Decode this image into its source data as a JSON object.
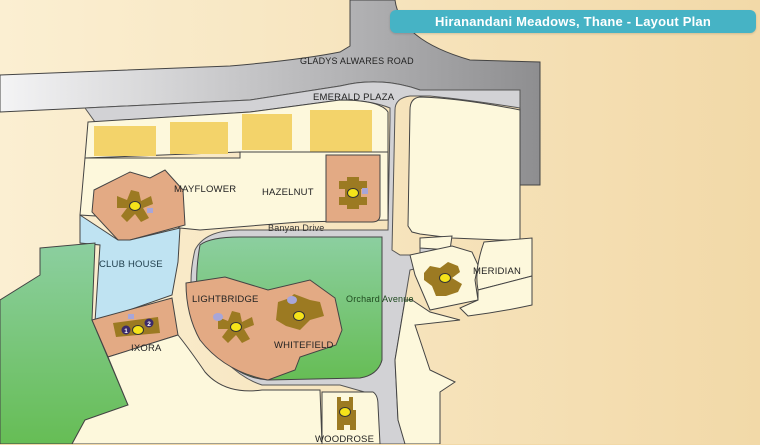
{
  "title": "Hiranandani Meadows, Thane  - Layout Plan",
  "roads": [
    {
      "id": "gladys-alwares-road",
      "label": "GLADYS ALWARES ROAD"
    },
    {
      "id": "banyan-drive",
      "label": "Banyan Drive"
    },
    {
      "id": "orchard-avenue",
      "label": "Orchard Avenue"
    }
  ],
  "areas": [
    {
      "id": "emerald-plaza",
      "label": "EMERALD PLAZA"
    },
    {
      "id": "mayflower",
      "label": "MAYFLOWER"
    },
    {
      "id": "hazelnut",
      "label": "HAZELNUT"
    },
    {
      "id": "club-house",
      "label": "CLUB HOUSE"
    },
    {
      "id": "meridian",
      "label": "MERIDIAN"
    },
    {
      "id": "lightbridge",
      "label": "LIGHTBRIDGE"
    },
    {
      "id": "whitefield",
      "label": "WHITEFIELD"
    },
    {
      "id": "ixora",
      "label": "IXORA"
    },
    {
      "id": "woodrose",
      "label": "WOODROSE"
    }
  ],
  "markers": {
    "ixora_1": "1",
    "ixora_2": "2"
  },
  "colors": {
    "background": "#f2d9a8",
    "banner": "#46b3c5",
    "road": "#cfcfd2",
    "main_road": "#a3a3a6",
    "plot": "#fdf8dc",
    "building_plot": "#e3aa84",
    "tower": "#9c7a22",
    "tower_dot": "#f5e31a",
    "garden": "#74c46a",
    "club_house": "#bfe3f2",
    "commercial": "#f3d36a"
  }
}
